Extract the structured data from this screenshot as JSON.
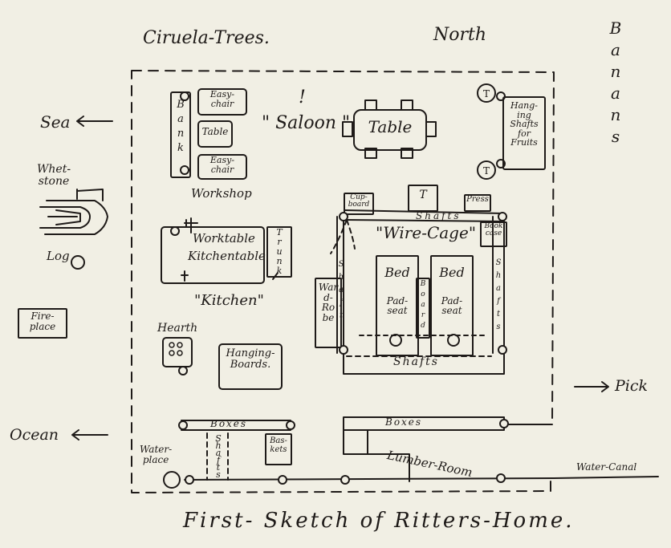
{
  "title": "First- Sketch of Ritters-Home.",
  "compass": {
    "north": "North",
    "trees": "Ciruela-Trees.",
    "bananas": [
      "B",
      "a",
      "n",
      "a",
      "n",
      "s"
    ],
    "sea": "Sea",
    "ocean": "Ocean",
    "pick": "Pick",
    "water_canal": "Water-Canal"
  },
  "outside": {
    "whetstone": "Whet-\nstone",
    "log": "Log",
    "fireplace": "Fire-\nplace"
  },
  "workshop": {
    "bank": [
      "B",
      "a",
      "n",
      "k"
    ],
    "easy_chair_1": "Easy-\nchair",
    "table": "Table",
    "easy_chair_2": "Easy-\nchair",
    "label": "Workshop"
  },
  "saloon": {
    "label": "\" Saloon \"",
    "exclaim": "!",
    "table": "Table"
  },
  "fruit": {
    "t1": "T",
    "t2": "T",
    "shafts": "Hang-\ning\nShafts\nfor\nFruits"
  },
  "kitchen": {
    "worktable": "Worktable",
    "kitchentable": "Kitchentable",
    "trunk": [
      "T",
      "r",
      "u",
      "n",
      "k"
    ],
    "label": "\"Kitchen\"",
    "hearth": "Hearth",
    "hanging_boards": "Hanging-\nBoards."
  },
  "cage": {
    "cupboard": "Cup-\nboard",
    "t": "T",
    "press": "Press",
    "shafts_top": "Shafts",
    "label": "\"Wire-Cage\"",
    "bookcase": "Book\ncase",
    "wardrobe": "War\nd-\nRo\nbe",
    "shaft_left": [
      "S",
      "h",
      "a",
      "f",
      "t"
    ],
    "bed1": "Bed",
    "board": [
      "B",
      "o",
      "a",
      "r",
      "d"
    ],
    "bed2": "Bed",
    "padseat1": "Pad-\nseat",
    "padseat2": "Pad-\nseat",
    "shafts_right": [
      "S",
      "h",
      "a",
      "f",
      "t",
      "s"
    ],
    "shafts_bottom": "Shafts"
  },
  "south": {
    "boxes1": "Boxes",
    "shafts": [
      "S",
      "h",
      "a",
      "f",
      "t",
      "s"
    ],
    "baskets": "Bas-\nkets",
    "waterplace": "Water-\nplace",
    "boxes2": "Boxes",
    "lumber_room": "Lumber-Room"
  }
}
